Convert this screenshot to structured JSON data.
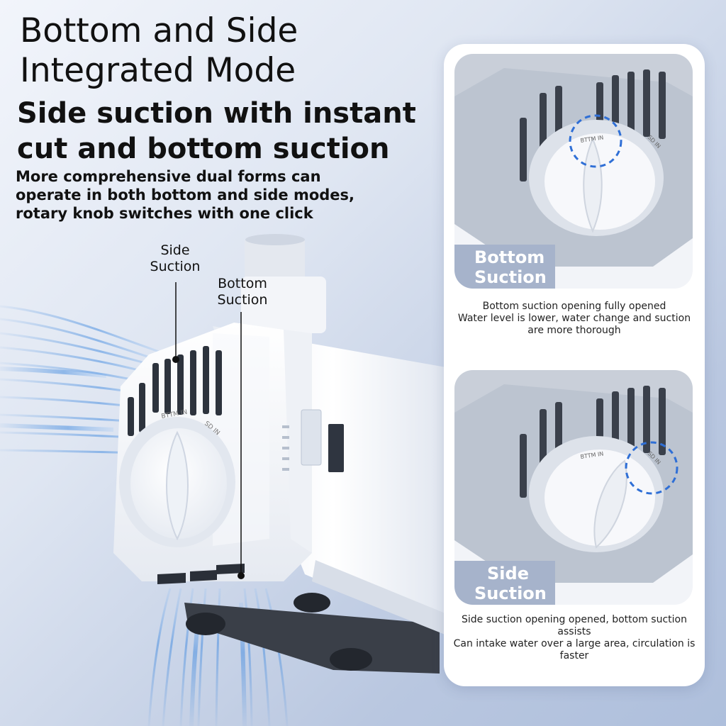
{
  "headline": {
    "title_line1": "Bottom and Side",
    "title_line2": "Integrated Mode",
    "subtitle_line1": "Side suction with instant",
    "subtitle_line2": "cut and bottom suction",
    "description": "More comprehensive dual forms can operate in both bottom and side modes, rotary knob switches with one click"
  },
  "callouts": {
    "side_line1": "Side",
    "side_line2": "Suction",
    "bottom_line1": "Bottom",
    "bottom_line2": "Suction"
  },
  "knob_text": {
    "btm": "BTTM IN",
    "side": "SD IN"
  },
  "panel": {
    "top_photo_label_line1": "Bottom",
    "top_photo_label_line2": "Suction",
    "top_caption_line1": "Bottom suction opening fully opened",
    "top_caption_line2": "Water level is lower, water change and suction are more thorough",
    "bottom_photo_label_line1": "Side",
    "bottom_photo_label_line2": "Suction",
    "bottom_caption_line1": "Side suction opening opened, bottom suction assists",
    "bottom_caption_line2": "Can intake water over a large area, circulation is faster"
  },
  "colors": {
    "water_flow": "#4a8fe0",
    "label_bg": "#a6b3cb",
    "highlight_ring": "#2f6fd6"
  }
}
